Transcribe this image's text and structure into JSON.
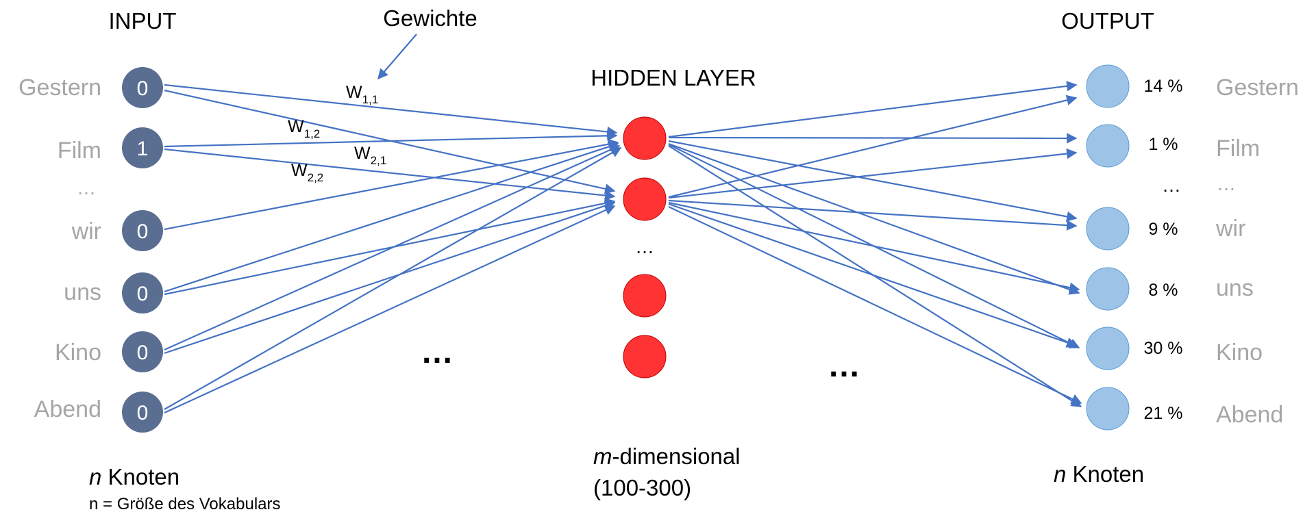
{
  "headings": {
    "input": "INPUT",
    "hidden": "HIDDEN LAYER",
    "output": "OUTPUT",
    "weights": "Gewichte"
  },
  "input_nodes": [
    {
      "word": "Gestern",
      "value": "0"
    },
    {
      "word": "Film",
      "value": "1"
    },
    {
      "word": "wir",
      "value": "0"
    },
    {
      "word": "uns",
      "value": "0"
    },
    {
      "word": "Kino",
      "value": "0"
    },
    {
      "word": "Abend",
      "value": "0"
    }
  ],
  "output_nodes": [
    {
      "word": "Gestern",
      "percent": "14 %"
    },
    {
      "word": "Film",
      "percent": "1 %"
    },
    {
      "word": "wir",
      "percent": "9 %"
    },
    {
      "word": "uns",
      "percent": "8 %"
    },
    {
      "word": "Kino",
      "percent": "30 %"
    },
    {
      "word": "Abend",
      "percent": "21 %"
    }
  ],
  "weight_labels": [
    {
      "base": "W",
      "sub": "1,1"
    },
    {
      "base": "W",
      "sub": "1,2"
    },
    {
      "base": "W",
      "sub": "2,1"
    },
    {
      "base": "W",
      "sub": "2,2"
    }
  ],
  "ellipsis": "…",
  "big_ellipsis": "…",
  "captions": {
    "input_italic": "n",
    "input_rest": " Knoten",
    "input_note": "n = Größe des Vokabulars",
    "hidden_italic": "m",
    "hidden_rest": "-dimensional",
    "hidden_range": "(100-300)",
    "output_italic": "n",
    "output_rest": " Knoten"
  },
  "colors": {
    "input_node": "#5a6e92",
    "hidden_node": "#ff3333",
    "output_node": "#9dc3e6",
    "edge": "#4472c4",
    "word": "#a6a6a6"
  }
}
